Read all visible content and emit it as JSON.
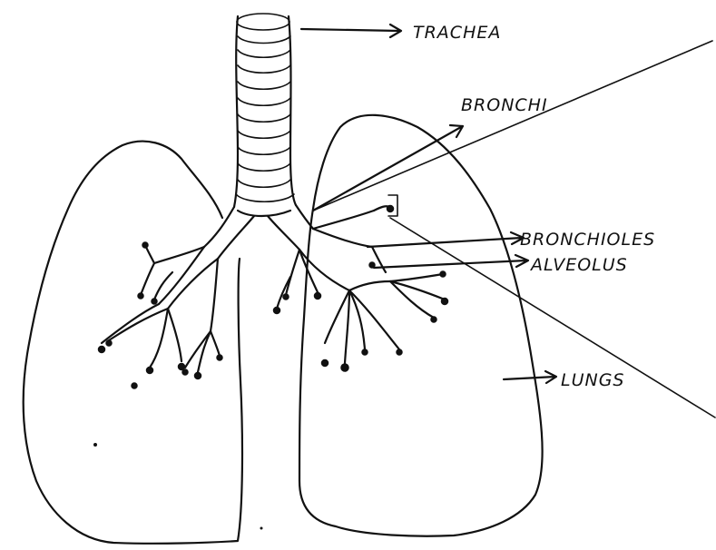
{
  "labels": {
    "trachea": "TRACHEA",
    "bronchi": "BRONCHI",
    "bronchioles": "BRONCHIOLES",
    "alveolus": "ALVEOLUS",
    "lungs": "LUNGS"
  },
  "colors": {
    "ink": "#111111",
    "paper": "#ffffff"
  }
}
